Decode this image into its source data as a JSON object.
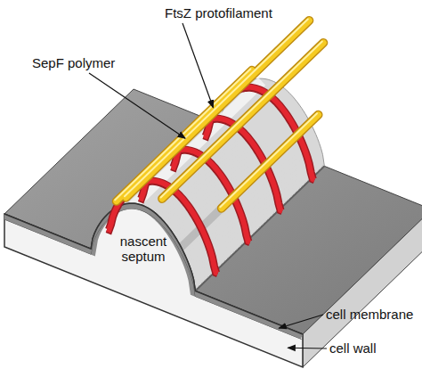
{
  "diagram": {
    "labels": [
      "FtsZ protofilament",
      "SepF polymer",
      "nascent septum",
      "cell membrane",
      "cell wall"
    ]
  }
}
